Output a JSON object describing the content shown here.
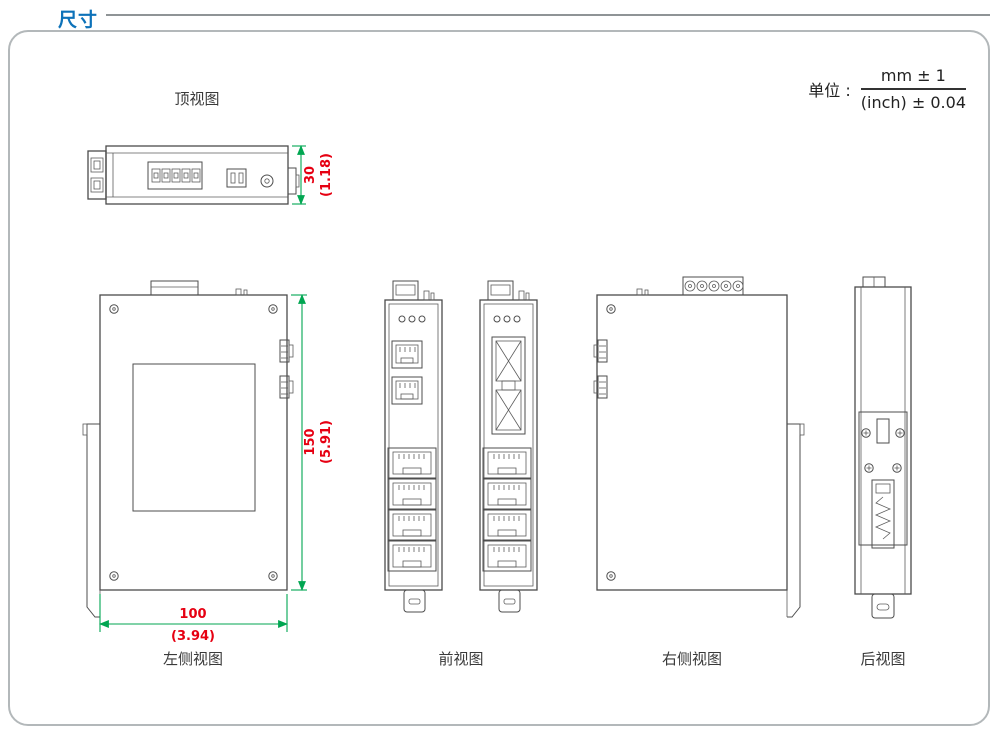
{
  "header": {
    "title": "尺寸"
  },
  "unit": {
    "label": "单位 :",
    "numerator": "mm ± 1",
    "denominator": "(inch) ± 0.04"
  },
  "views": {
    "top": "顶视图",
    "left": "左侧视图",
    "front": "前视图",
    "right": "右侧视图",
    "rear": "后视图"
  },
  "dimensions": {
    "depth_mm": "30",
    "depth_inch": "(1.18)",
    "height_mm": "150",
    "height_inch": "(5.91)",
    "width_mm": "100",
    "width_inch": "(3.94)"
  },
  "colors": {
    "title_blue": "#0d72b9",
    "dimension_text_red": "#e60012",
    "dimension_line_green": "#00a651",
    "drawing_line_gray": "#4b4b4b",
    "frame_border_gray": "#b3b8ba"
  }
}
